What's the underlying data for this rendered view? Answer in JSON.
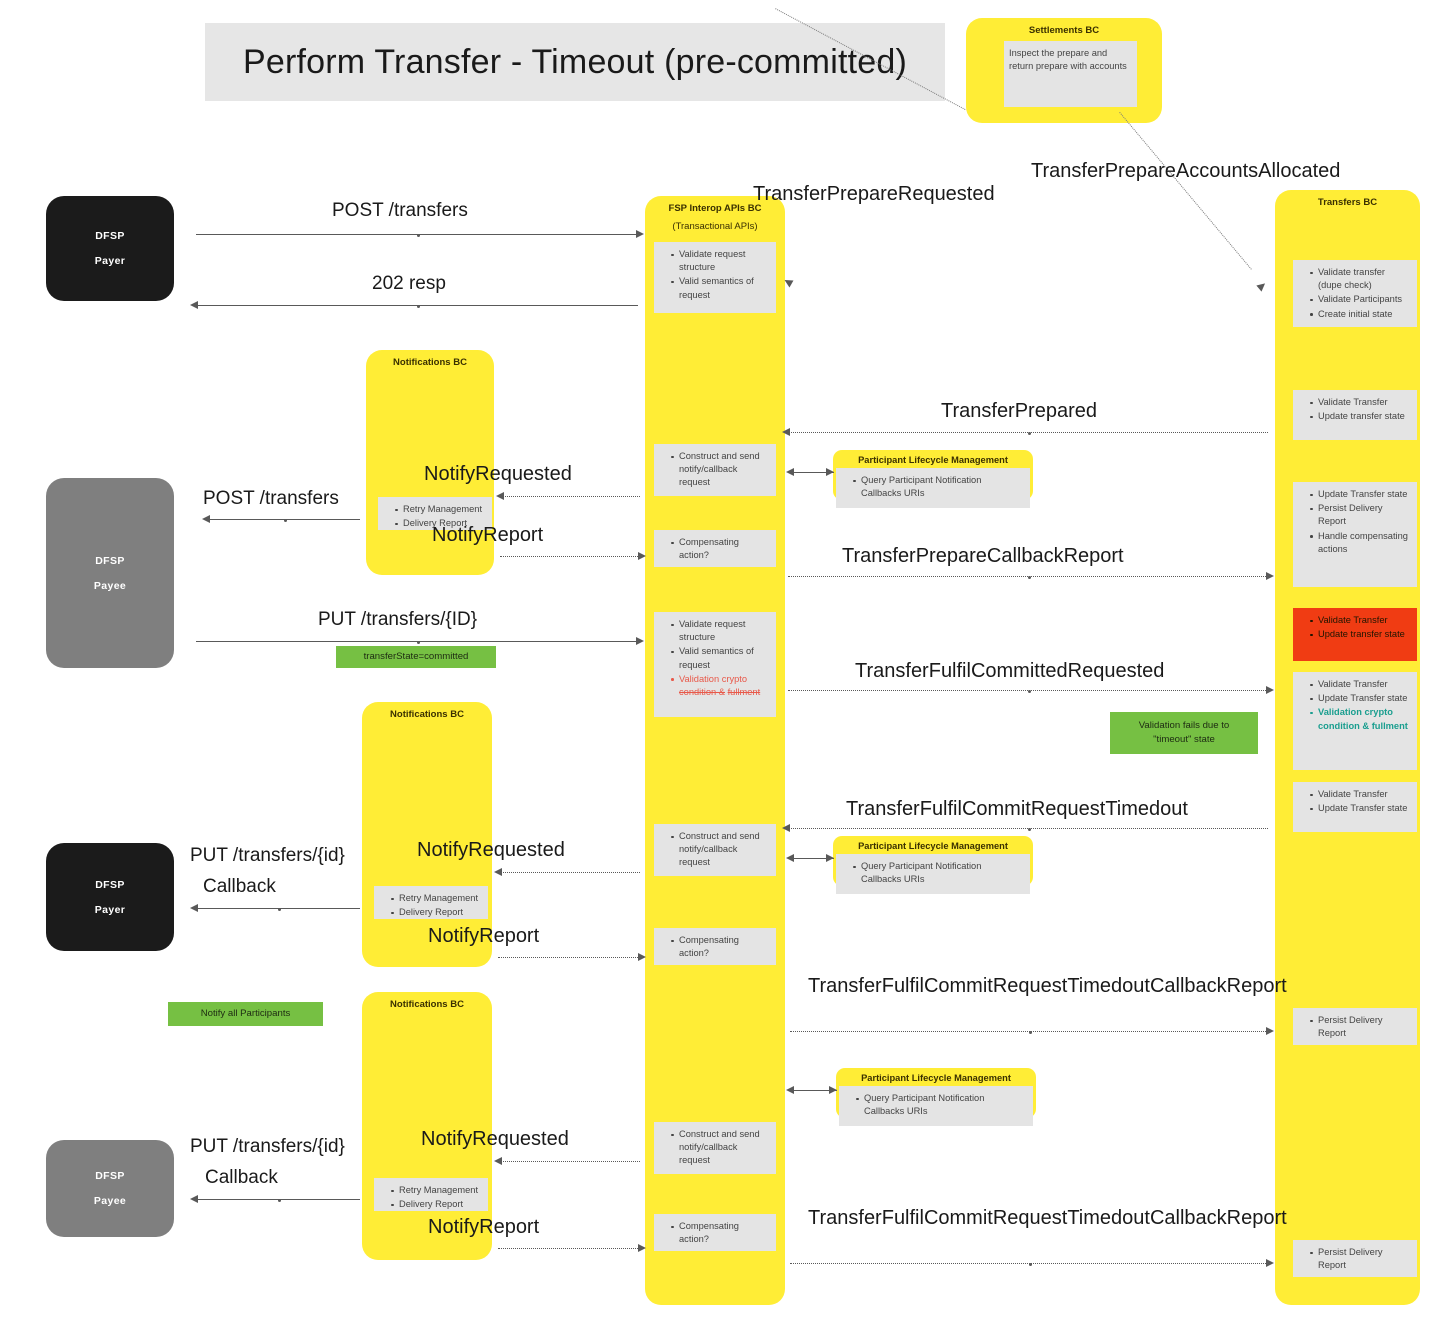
{
  "title": "Perform Transfer - Timeout (pre-committed)",
  "actors": {
    "payer_top": {
      "line1": "DFSP",
      "line2": "Payer"
    },
    "payee_mid": {
      "line1": "DFSP",
      "line2": "Payee"
    },
    "payer_low": {
      "line1": "DFSP",
      "line2": "Payer"
    },
    "payee_low": {
      "line1": "DFSP",
      "line2": "Payee"
    }
  },
  "lanes": {
    "settlements": {
      "title": "Settlements BC",
      "note": "Inspect the prepare and return prepare with accounts"
    },
    "fsp_interop": {
      "title": "FSP Interop APIs BC",
      "subtitle": "(Transactional APIs)",
      "note1": [
        "Validate request structure",
        "Valid semantics of request"
      ],
      "note2": [
        "Construct and send notify/callback request"
      ],
      "note3": [
        "Compensating action?"
      ],
      "note4": {
        "items": [
          "Validate request structure",
          "Valid semantics of request"
        ],
        "red_head": "Validation crypto",
        "red_struck_1": "condition &",
        "red_struck_2": "fullment"
      },
      "note5": [
        "Construct and send notify/callback request"
      ],
      "note6": [
        "Compensating action?"
      ],
      "note7": [
        "Construct and send notify/callback request"
      ],
      "note8": [
        "Compensating action?"
      ]
    },
    "notifications": {
      "title": "Notifications BC",
      "note": [
        "Retry Management",
        "Delivery Report"
      ]
    },
    "transfers": {
      "title": "Transfers BC",
      "note1": [
        "Validate transfer (dupe check)",
        "Validate Participants",
        "Create initial state"
      ],
      "note2": [
        "Validate Transfer",
        "Update transfer state"
      ],
      "note3": [
        "Update Transfer state",
        "Persist Delivery Report",
        "Handle compensating actions"
      ],
      "note4": [
        "Validate Transfer",
        "Update transfer state"
      ],
      "note5": {
        "items": [
          "Validate Transfer",
          "Update Transfer state"
        ],
        "teal": "Validation crypto condition & fullment"
      },
      "note6": [
        "Validate Transfer",
        "Update Transfer state"
      ],
      "note7": [
        "Persist Delivery Report"
      ],
      "note8": [
        "Persist Delivery Report"
      ]
    },
    "plm": {
      "title": "Participant Lifecycle Management",
      "note": [
        "Query Participant Notification Callbacks URIs"
      ]
    }
  },
  "messages": {
    "post_transfers_payer": "POST /transfers",
    "resp_202": "202 resp",
    "post_transfers_payee": "POST /transfers",
    "put_transfers_id": "PUT /transfers/{ID}",
    "put_transfers_id_cb_payer_l1": "PUT /transfers/{id}",
    "put_transfers_id_cb_payer_l2": "Callback",
    "put_transfers_id_cb_payee_l1": "PUT /transfers/{id}",
    "put_transfers_id_cb_payee_l2": "Callback",
    "notify_requested_1": "NotifyRequested",
    "notify_report_1": "NotifyReport",
    "notify_requested_2": "NotifyRequested",
    "notify_report_2": "NotifyReport",
    "notify_requested_3": "NotifyRequested",
    "notify_report_3": "NotifyReport",
    "transfer_prepare_requested": "TransferPrepareRequested",
    "transfer_prepare_accounts_allocated": "TransferPrepareAccountsAllocated",
    "transfer_prepared": "TransferPrepared",
    "transfer_prepare_callback_report": "TransferPrepareCallbackReport",
    "transfer_fulfil_committed_requested": "TransferFulfilCommittedRequested",
    "transfer_fulfil_commit_request_timedout": "TransferFulfilCommitRequestTimedout",
    "timedout_callback_report_1": "TransferFulfilCommitRequestTimedoutCallbackReport",
    "timedout_callback_report_2": "TransferFulfilCommitRequestTimedoutCallbackReport"
  },
  "callouts": {
    "transfer_state_committed": "transferState=committed",
    "validation_fails_l1": "Validation fails due to",
    "validation_fails_l2": "\"timeout\" state",
    "notify_all_participants": "Notify all Participants"
  },
  "colors": {
    "lane_yellow": "#ffed36",
    "note_grey": "#e4e4e4",
    "error_red": "#f03c13",
    "callout_green": "#76c043",
    "teal_text": "#1a9e8f",
    "actor_dark": "#1b1b1b",
    "actor_grey": "#7f7f7f",
    "title_banner": "#e6e6e6"
  }
}
